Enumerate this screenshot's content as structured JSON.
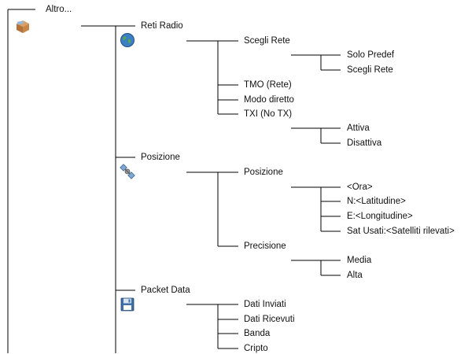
{
  "root": {
    "label": "Altro...",
    "icon": "package-box-icon"
  },
  "sections": {
    "reti_radio": {
      "label": "Reti Radio",
      "icon": "globe-icon",
      "scegli_rete": {
        "label": "Scegli Rete",
        "children": [
          "Solo Predef",
          "Scegli Rete"
        ]
      },
      "tmo": {
        "label": "TMO (Rete)"
      },
      "modo_diretto": {
        "label": "Modo diretto"
      },
      "txi": {
        "label": "TXI (No TX)",
        "children": [
          "Attiva",
          "Disattiva"
        ]
      }
    },
    "posizione": {
      "label": "Posizione",
      "icon": "satellite-icon",
      "posizione_item": {
        "label": "Posizione",
        "children": [
          "<Ora>",
          "N:<Latitudine>",
          "E:<Longitudine>",
          "Sat Usati:<Satelliti rilevati>"
        ]
      },
      "precisione": {
        "label": "Precisione",
        "children": [
          "Media",
          "Alta"
        ]
      }
    },
    "packet_data": {
      "label": "Packet Data",
      "icon": "floppy-disk-icon",
      "children": [
        "Dati Inviati",
        "Dati Ricevuti",
        "Banda",
        "Cripto"
      ]
    }
  }
}
